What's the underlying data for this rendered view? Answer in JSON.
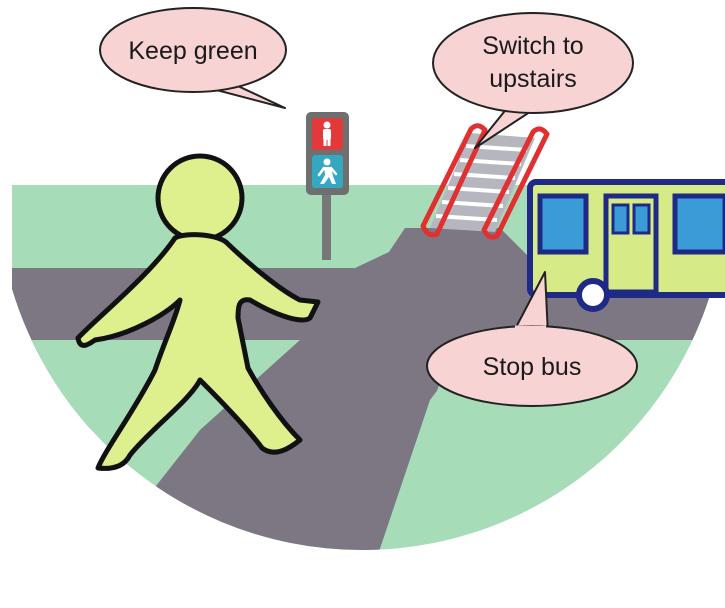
{
  "bubbles": {
    "keep_green": "Keep green",
    "switch_line1": "Switch to",
    "switch_line2": "upstairs",
    "stop_bus": "Stop bus"
  },
  "colors": {
    "grass": "#a7dcb8",
    "road": "#7c7782",
    "walker_fill": "#deef8e",
    "bubble_fill": "#f7d3d3",
    "light_red": "#e23a3a",
    "light_teal": "#34a8c0",
    "bus_body": "#d6eb87",
    "bus_frame": "#1f2a86",
    "bus_window": "#3a9bd6",
    "escalator_rail": "#e03030",
    "escalator_steps": "#b6b6bf"
  },
  "icons": {
    "walker": "walking-person-icon",
    "signal": "pedestrian-traffic-light-icon",
    "escalator": "escalator-icon",
    "bus": "bus-icon"
  }
}
